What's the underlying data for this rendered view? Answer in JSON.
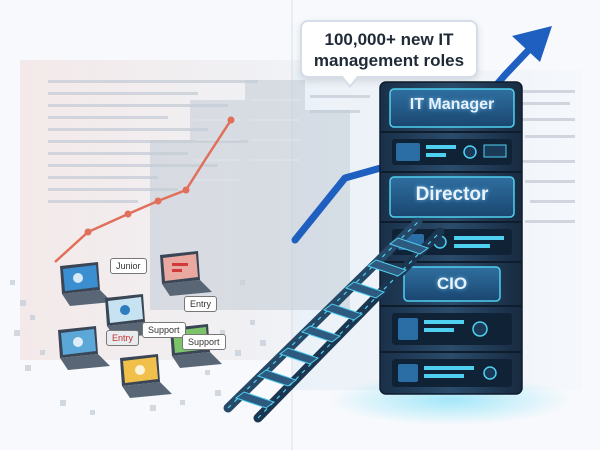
{
  "callout": {
    "line1": "100,000+ new IT",
    "line2": "management roles"
  },
  "rack_labels": {
    "it_manager": "IT Manager",
    "director": "Director",
    "cio": "CIO"
  },
  "laptop_tags": {
    "junior": "Junior",
    "entry_top": "Entry",
    "entry_left": "Entry",
    "support_mid": "Support",
    "support_right": "Support"
  },
  "colors": {
    "arrow_blue": "#1f5fc0",
    "trend_red": "#e0705a",
    "rack_dark": "#1e3a55",
    "glow": "#4fd0f0"
  }
}
